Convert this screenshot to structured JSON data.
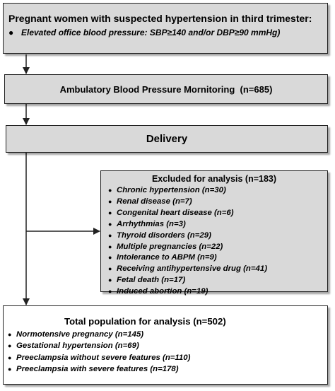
{
  "box1": {
    "title": "Pregnant women with suspected  hypertension in third trimester:",
    "bullet": "Elevated office blood pressure: SBP≥140 and/or DBP≥90 mmHg)"
  },
  "box2": {
    "title": "Ambulatory Blood Pressure Mornitoring  (n=685)"
  },
  "box3": {
    "title": "Delivery"
  },
  "excluded": {
    "title": "Excluded for analysis (n=183)",
    "items": [
      "Chronic hypertension (n=30)",
      "Renal disease (n=7)",
      "Congenital heart disease (n=6)",
      "Arrhythmias (n=3)",
      "Thyroid disorders (n=29)",
      "Multiple pregnancies (n=22)",
      "Intolerance to ABPM (n=9)",
      "Receiving antihypertensive drug (n=41)",
      "Fetal death (n=17)",
      "Induced abortion (n=19)"
    ]
  },
  "total": {
    "title": "Total population for analysis (n=502)",
    "items": [
      "Normotensive pregnancy (n=145)",
      "Gestational hypertension (n=69)",
      "Preeclampsia without severe features (n=110)",
      "Preeclampsia with severe features (n=178)"
    ]
  }
}
